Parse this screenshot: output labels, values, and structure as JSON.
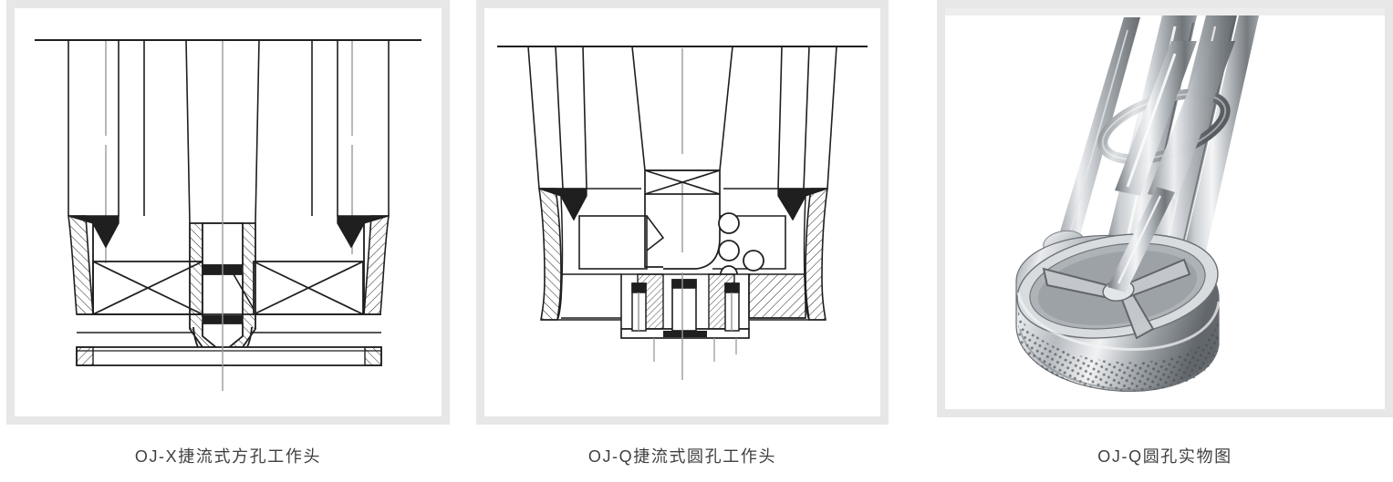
{
  "gallery": {
    "panels": [
      {
        "id": "oj-x-square-hole-head",
        "caption": "OJ-X捷流式方孔工作头",
        "media_type": "technical-drawing",
        "media_name": "oj-x-square-hole-cross-section-drawing",
        "description": "Cross-section line drawing of jet-flow square-hole working head"
      },
      {
        "id": "oj-q-round-hole-head",
        "caption": "OJ-Q捷流式圆孔工作头",
        "media_type": "technical-drawing",
        "media_name": "oj-q-round-hole-cross-section-drawing",
        "description": "Cross-section line drawing of jet-flow round-hole working head"
      },
      {
        "id": "oj-q-round-hole-photo",
        "caption": "OJ-Q圆孔实物图",
        "media_type": "photograph",
        "media_name": "oj-q-round-hole-product-photo",
        "description": "Photograph of stainless steel round-hole mixer head assembly"
      }
    ]
  },
  "style": {
    "frame_border_color": "#e7e7e7",
    "caption_color": "#3f3f3f",
    "page_background": "#ffffff",
    "drawing_line_color": "#1f1f1f",
    "drawing_light_line_color": "#8a8a8a",
    "photo_metal_light": "#f2f3f4",
    "photo_metal_mid": "#a9adb2",
    "photo_metal_dark": "#4d5155"
  }
}
